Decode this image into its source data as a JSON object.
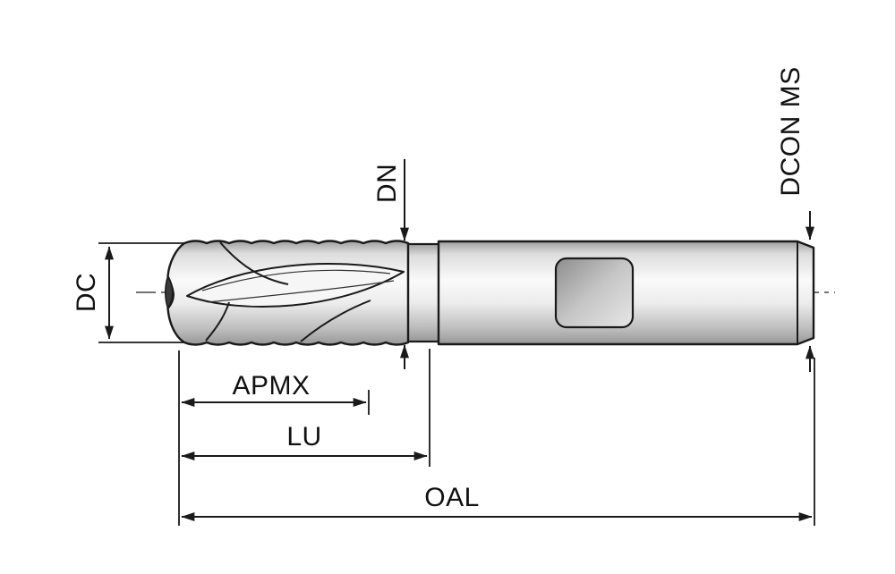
{
  "diagram": {
    "type": "end-mill-dimension-drawing",
    "labels": {
      "dc": "DC",
      "dn": "DN",
      "dcon": "DCON MS",
      "apmx": "APMX",
      "lu": "LU",
      "oal": "OAL"
    }
  },
  "colors": {
    "line": "#1a1a1a",
    "background": "#ffffff",
    "body_light": "#f8f8f8",
    "body_dark": "#9a9a9a",
    "flat_dark": "#8d8d8d"
  }
}
